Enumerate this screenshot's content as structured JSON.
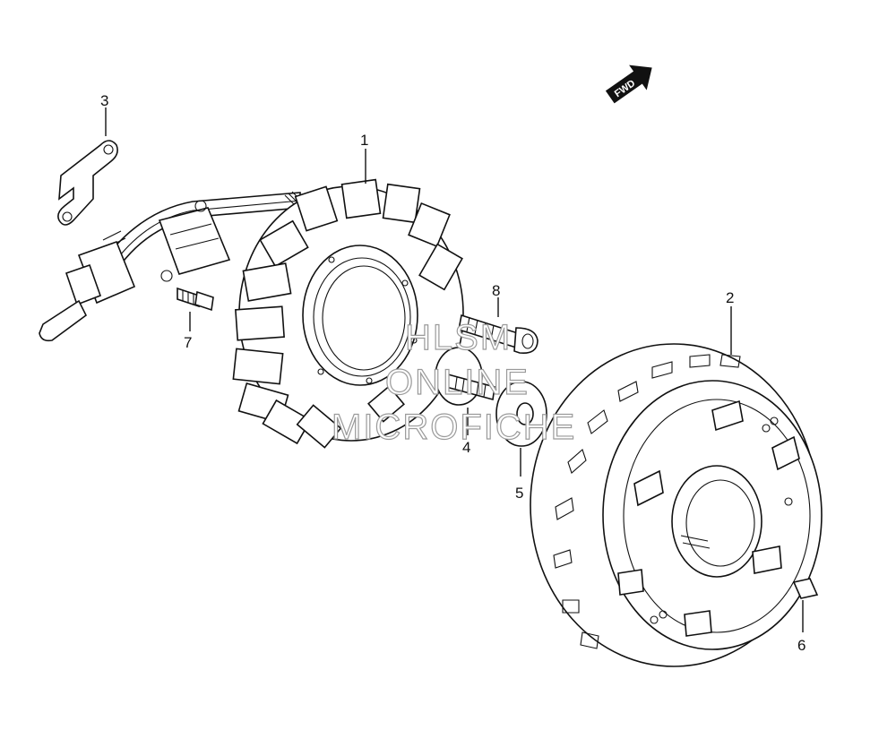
{
  "diagram": {
    "fwd_label": "FWD",
    "callouts": {
      "stator": "1",
      "rotor": "2",
      "clamp": "3",
      "bolt": "4",
      "washer": "5",
      "key": "6",
      "screw": "7",
      "hex_bolt": "8"
    },
    "watermark": {
      "line1": "HLSM",
      "line2": "ONLINE",
      "line3": "MICROFICHE"
    }
  }
}
